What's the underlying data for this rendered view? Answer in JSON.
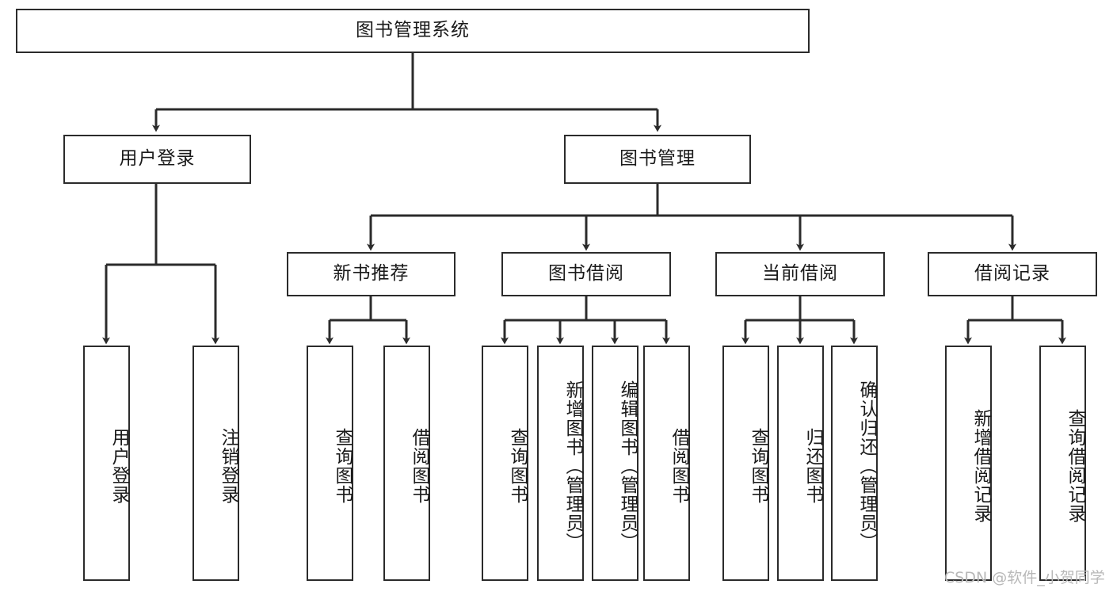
{
  "diagram": {
    "title": "图书管理系统",
    "type": "tree-hierarchy",
    "orientation": "top-down",
    "edge_color": "#2b2b2b",
    "node_border_color": "#2b2b2b",
    "node_fill_color": "#ffffff",
    "text_color": "#1a1a1a"
  },
  "nodes": {
    "root": {
      "label": "图书管理系统"
    },
    "level2": [
      {
        "label": "用户登录"
      },
      {
        "label": "图书管理"
      }
    ],
    "level3": [
      {
        "label": "新书推荐"
      },
      {
        "label": "图书借阅"
      },
      {
        "label": "当前借阅"
      },
      {
        "label": "借阅记录"
      }
    ],
    "leaves": {
      "user_login": [
        {
          "label": "用户登录"
        },
        {
          "label": "注销登录"
        }
      ],
      "new_book_recommend": [
        {
          "label": "查询图书"
        },
        {
          "label": "借阅图书"
        }
      ],
      "book_borrow": [
        {
          "label": "查询图书"
        },
        {
          "label": "新增图书（管理员）"
        },
        {
          "label": "编辑图书（管理员）"
        },
        {
          "label": "借阅图书"
        }
      ],
      "current_borrow": [
        {
          "label": "查询图书"
        },
        {
          "label": "归还图书"
        },
        {
          "label": "确认归还（管理员）"
        }
      ],
      "borrow_record": [
        {
          "label": "新增借阅记录"
        },
        {
          "label": "查询借阅记录"
        }
      ]
    }
  },
  "watermark": {
    "text": "CSDN @软件_小贺同学"
  }
}
